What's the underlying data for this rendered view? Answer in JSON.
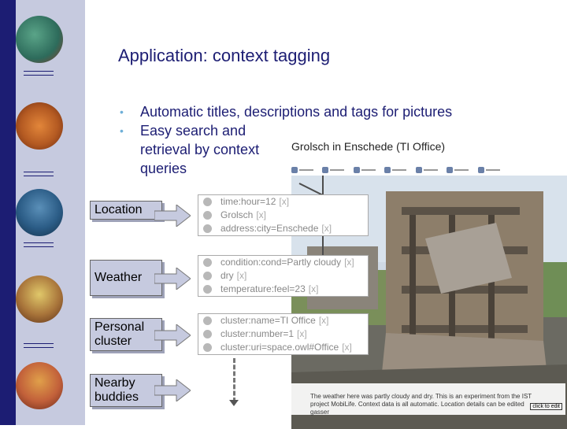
{
  "slide": {
    "title": "Application: context tagging",
    "bullets": [
      "Automatic titles, descriptions and tags for pictures",
      "Easy search and retrieval by context queries"
    ]
  },
  "context_labels": [
    "Location",
    "Weather",
    "Personal cluster",
    "Nearby buddies"
  ],
  "tag_groups": [
    {
      "tags": [
        {
          "text": "time:hour=12",
          "remove": "[x]"
        },
        {
          "text": "Grolsch",
          "remove": "[x]"
        },
        {
          "text": "address:city=Enschede",
          "remove": "[x]"
        }
      ]
    },
    {
      "tags": [
        {
          "text": "condition:cond=Partly cloudy",
          "remove": "[x]"
        },
        {
          "text": "dry",
          "remove": "[x]"
        },
        {
          "text": "temperature:feel=23",
          "remove": "[x]"
        }
      ]
    },
    {
      "tags": [
        {
          "text": "cluster:name=TI Office",
          "remove": "[x]"
        },
        {
          "text": "cluster:number=1",
          "remove": "[x]"
        },
        {
          "text": "cluster:uri=space.owl#Office",
          "remove": "[x]"
        }
      ]
    }
  ],
  "screenshot": {
    "photo_title": "Grolsch in Enschede (TI Office)",
    "caption": "The weather here was partly cloudy and dry. This is an experiment from the IST project MobiLife. Context data is all automatic. Location details can be edited",
    "caption_tail": "gasser",
    "edit_button": "click to edit"
  },
  "colors": {
    "navy": "#1c1d73",
    "sidebar": "#c6cadf",
    "bullet_dot": "#6fb0d8"
  }
}
